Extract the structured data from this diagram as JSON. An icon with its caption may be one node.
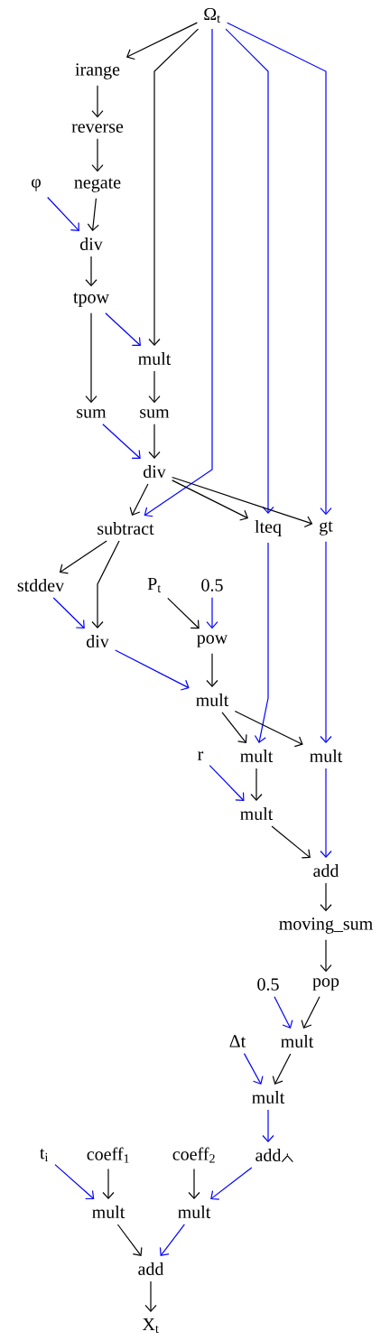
{
  "diagram": {
    "nodes": [
      {
        "text": [
          "Ω$_{t}$"
        ]
      },
      {
        "text": [
          "irange"
        ]
      },
      {
        "text": [
          "reverse"
        ]
      },
      {
        "text": [
          "φ"
        ]
      },
      {
        "text": [
          "negate"
        ]
      },
      {
        "text": [
          "div"
        ]
      },
      {
        "text": [
          "tpow"
        ]
      },
      {
        "text": [
          "mult"
        ]
      },
      {
        "text": [
          "sum"
        ]
      },
      {
        "text": [
          "sum"
        ]
      },
      {
        "text": [
          "div"
        ]
      },
      {
        "text": [
          "subtract"
        ]
      },
      {
        "text": [
          "lteq"
        ]
      },
      {
        "text": [
          "gt"
        ]
      },
      {
        "text": [
          "stddev"
        ]
      },
      {
        "text": [
          "P$_{t}$"
        ]
      },
      {
        "text": [
          "0.5"
        ]
      },
      {
        "text": [
          "div"
        ]
      },
      {
        "text": [
          "pow"
        ]
      },
      {
        "text": [
          "mult"
        ]
      },
      {
        "text": [
          "r"
        ]
      },
      {
        "text": [
          "mult"
        ]
      },
      {
        "text": [
          "mult"
        ]
      },
      {
        "text": [
          "mult"
        ]
      },
      {
        "text": [
          "add"
        ]
      },
      {
        "text": [
          "moving_sum"
        ]
      },
      {
        "text": [
          "0.5"
        ]
      },
      {
        "text": [
          "pop"
        ]
      },
      {
        "text": [
          "Δt"
        ]
      },
      {
        "text": [
          "mult"
        ]
      },
      {
        "text": [
          "mult"
        ]
      },
      {
        "text": [
          "t$_{i}$"
        ]
      },
      {
        "text": [
          "coeff$_{1}$"
        ]
      },
      {
        "text": [
          "coeff$_{2}$"
        ]
      },
      {
        "text": [
          "add"
        ]
      },
      {
        "text": [
          "mult"
        ]
      },
      {
        "text": [
          "mult"
        ]
      },
      {
        "text": [
          "add"
        ]
      },
      {
        "text": [
          "X$_{t}$"
        ]
      }
    ],
    "edges": [
      {
        "from": 0,
        "to": 1,
        "arrow": "to"
      },
      {
        "from": 0,
        "to": 7,
        "arrow": "to"
      },
      {
        "from": 0,
        "to": 11,
        "arrow": "to",
        "color": "#0000ff"
      },
      {
        "from": 0,
        "to": 12,
        "arrow": "to",
        "color": "#0000ff"
      },
      {
        "from": 0,
        "to": 13,
        "arrow": "to",
        "color": "#0000ff"
      },
      {
        "from": 1,
        "to": 2,
        "arrow": "to"
      },
      {
        "from": 2,
        "to": 4,
        "arrow": "to"
      },
      {
        "from": 3,
        "to": 5,
        "arrow": "to",
        "color": "#0000ff"
      },
      {
        "from": 4,
        "to": 5,
        "arrow": "to"
      },
      {
        "from": 5,
        "to": 6,
        "arrow": "to"
      },
      {
        "from": 6,
        "to": 7,
        "arrow": "to",
        "color": "#0000ff"
      },
      {
        "from": 6,
        "to": 8,
        "arrow": "to"
      },
      {
        "from": 7,
        "to": 9,
        "arrow": "to"
      },
      {
        "from": 8,
        "to": 10,
        "arrow": "to",
        "color": "#0000ff"
      },
      {
        "from": 9,
        "to": 10,
        "arrow": "to"
      },
      {
        "from": 10,
        "to": 11,
        "arrow": "to"
      },
      {
        "from": 10,
        "to": 12,
        "arrow": "to"
      },
      {
        "from": 10,
        "to": 13,
        "arrow": "to"
      },
      {
        "from": 11,
        "to": 14,
        "arrow": "to"
      },
      {
        "from": 11,
        "to": 17,
        "arrow": "to"
      },
      {
        "from": 14,
        "to": 17,
        "arrow": "to",
        "color": "#0000ff"
      },
      {
        "from": 15,
        "to": 18,
        "arrow": "to"
      },
      {
        "from": 16,
        "to": 18,
        "arrow": "to",
        "color": "#0000ff"
      },
      {
        "from": 17,
        "to": 19,
        "arrow": "to",
        "color": "#0000ff"
      },
      {
        "from": 18,
        "to": 19,
        "arrow": "to"
      },
      {
        "from": 12,
        "to": 21,
        "arrow": "to",
        "color": "#0000ff"
      },
      {
        "from": 19,
        "to": 21,
        "arrow": "to"
      },
      {
        "from": 19,
        "to": 22,
        "arrow": "to"
      },
      {
        "from": 13,
        "to": 22,
        "arrow": "to",
        "color": "#0000ff"
      },
      {
        "from": 20,
        "to": 23,
        "arrow": "to",
        "color": "#0000ff"
      },
      {
        "from": 21,
        "to": 23,
        "arrow": "to"
      },
      {
        "from": 23,
        "to": 24,
        "arrow": "to"
      },
      {
        "from": 22,
        "to": 24,
        "arrow": "to",
        "color": "#0000ff"
      },
      {
        "from": 24,
        "to": 25,
        "arrow": "to"
      },
      {
        "from": 25,
        "to": 27,
        "arrow": "to"
      },
      {
        "from": 26,
        "to": 29,
        "arrow": "to",
        "color": "#0000ff"
      },
      {
        "from": 27,
        "to": 29,
        "arrow": "to"
      },
      {
        "from": 28,
        "to": 30,
        "arrow": "to",
        "color": "#0000ff"
      },
      {
        "from": 29,
        "to": 30,
        "arrow": "to"
      },
      {
        "from": 30,
        "to": 34,
        "arrow": "to",
        "color": "#0000ff"
      },
      {
        "from": 34,
        "to": 34,
        "arrow": "to"
      },
      {
        "from": 31,
        "to": 35,
        "arrow": "to",
        "color": "#0000ff"
      },
      {
        "from": 32,
        "to": 35,
        "arrow": "to"
      },
      {
        "from": 33,
        "to": 36,
        "arrow": "to"
      },
      {
        "from": 34,
        "to": 36,
        "arrow": "to",
        "color": "#0000ff"
      },
      {
        "from": 35,
        "to": 37,
        "arrow": "to"
      },
      {
        "from": 36,
        "to": 37,
        "arrow": "to",
        "color": "#0000ff"
      },
      {
        "from": 37,
        "to": 38,
        "arrow": "to"
      }
    ]
  }
}
